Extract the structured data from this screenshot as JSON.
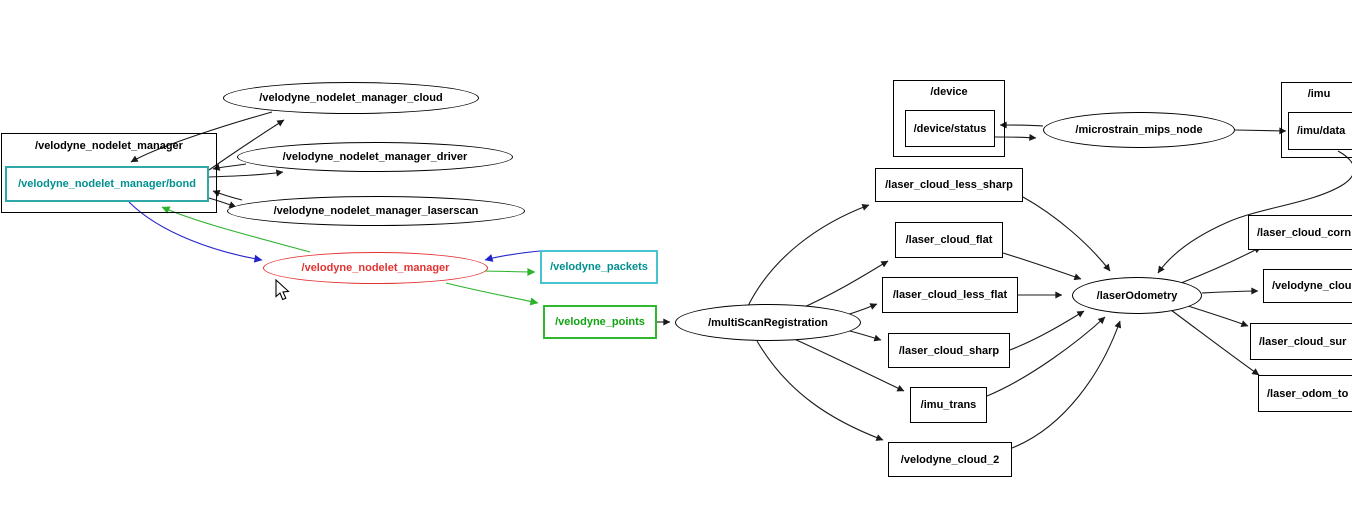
{
  "colors": {
    "bg": "#ffffff",
    "text": "#000000",
    "edge-black": "#1a1a1a",
    "green-edge": "#2bb32b",
    "blue-edge": "#2323cc",
    "teal-text": "#009090",
    "teal-border": "#2fa8a8",
    "cyan-border": "#48c3d2",
    "green-border": "#2eb82e",
    "green-text": "#10a510",
    "red": "#e23333"
  },
  "graph": {
    "groups": {
      "velodyne_manager": {
        "label": "/velodyne_nodelet_manager"
      },
      "device": {
        "label": "/device"
      },
      "imu": {
        "label": "/imu"
      }
    },
    "nodes": {
      "cloud": {
        "label": "/velodyne_nodelet_manager_cloud"
      },
      "driver": {
        "label": "/velodyne_nodelet_manager_driver"
      },
      "laserscan": {
        "label": "/velodyne_nodelet_manager_laserscan"
      },
      "manager": {
        "label": "/velodyne_nodelet_manager"
      },
      "multiscan": {
        "label": "/multiScanRegistration"
      },
      "laser_odometry": {
        "label": "/laserOdometry"
      },
      "microstrain": {
        "label": "/microstrain_mips_node"
      }
    },
    "topics": {
      "bond": {
        "label": "/velodyne_nodelet_manager/bond"
      },
      "packets": {
        "label": "/velodyne_packets"
      },
      "points": {
        "label": "/velodyne_points"
      },
      "less_sharp": {
        "label": "/laser_cloud_less_sharp"
      },
      "flat": {
        "label": "/laser_cloud_flat"
      },
      "less_flat": {
        "label": "/laser_cloud_less_flat"
      },
      "sharp": {
        "label": "/laser_cloud_sharp"
      },
      "imu_trans": {
        "label": "/imu_trans"
      },
      "cloud2": {
        "label": "/velodyne_cloud_2"
      },
      "device_status": {
        "label": "/device/status"
      },
      "imu_data": {
        "label": "/imu/data"
      },
      "corner": {
        "label": "/laser_cloud_corn"
      },
      "velodyne_clou": {
        "label": "/velodyne_clou"
      },
      "surf": {
        "label": "/laser_cloud_sur"
      },
      "odom_init": {
        "label": "/laser_odom_to"
      }
    }
  }
}
